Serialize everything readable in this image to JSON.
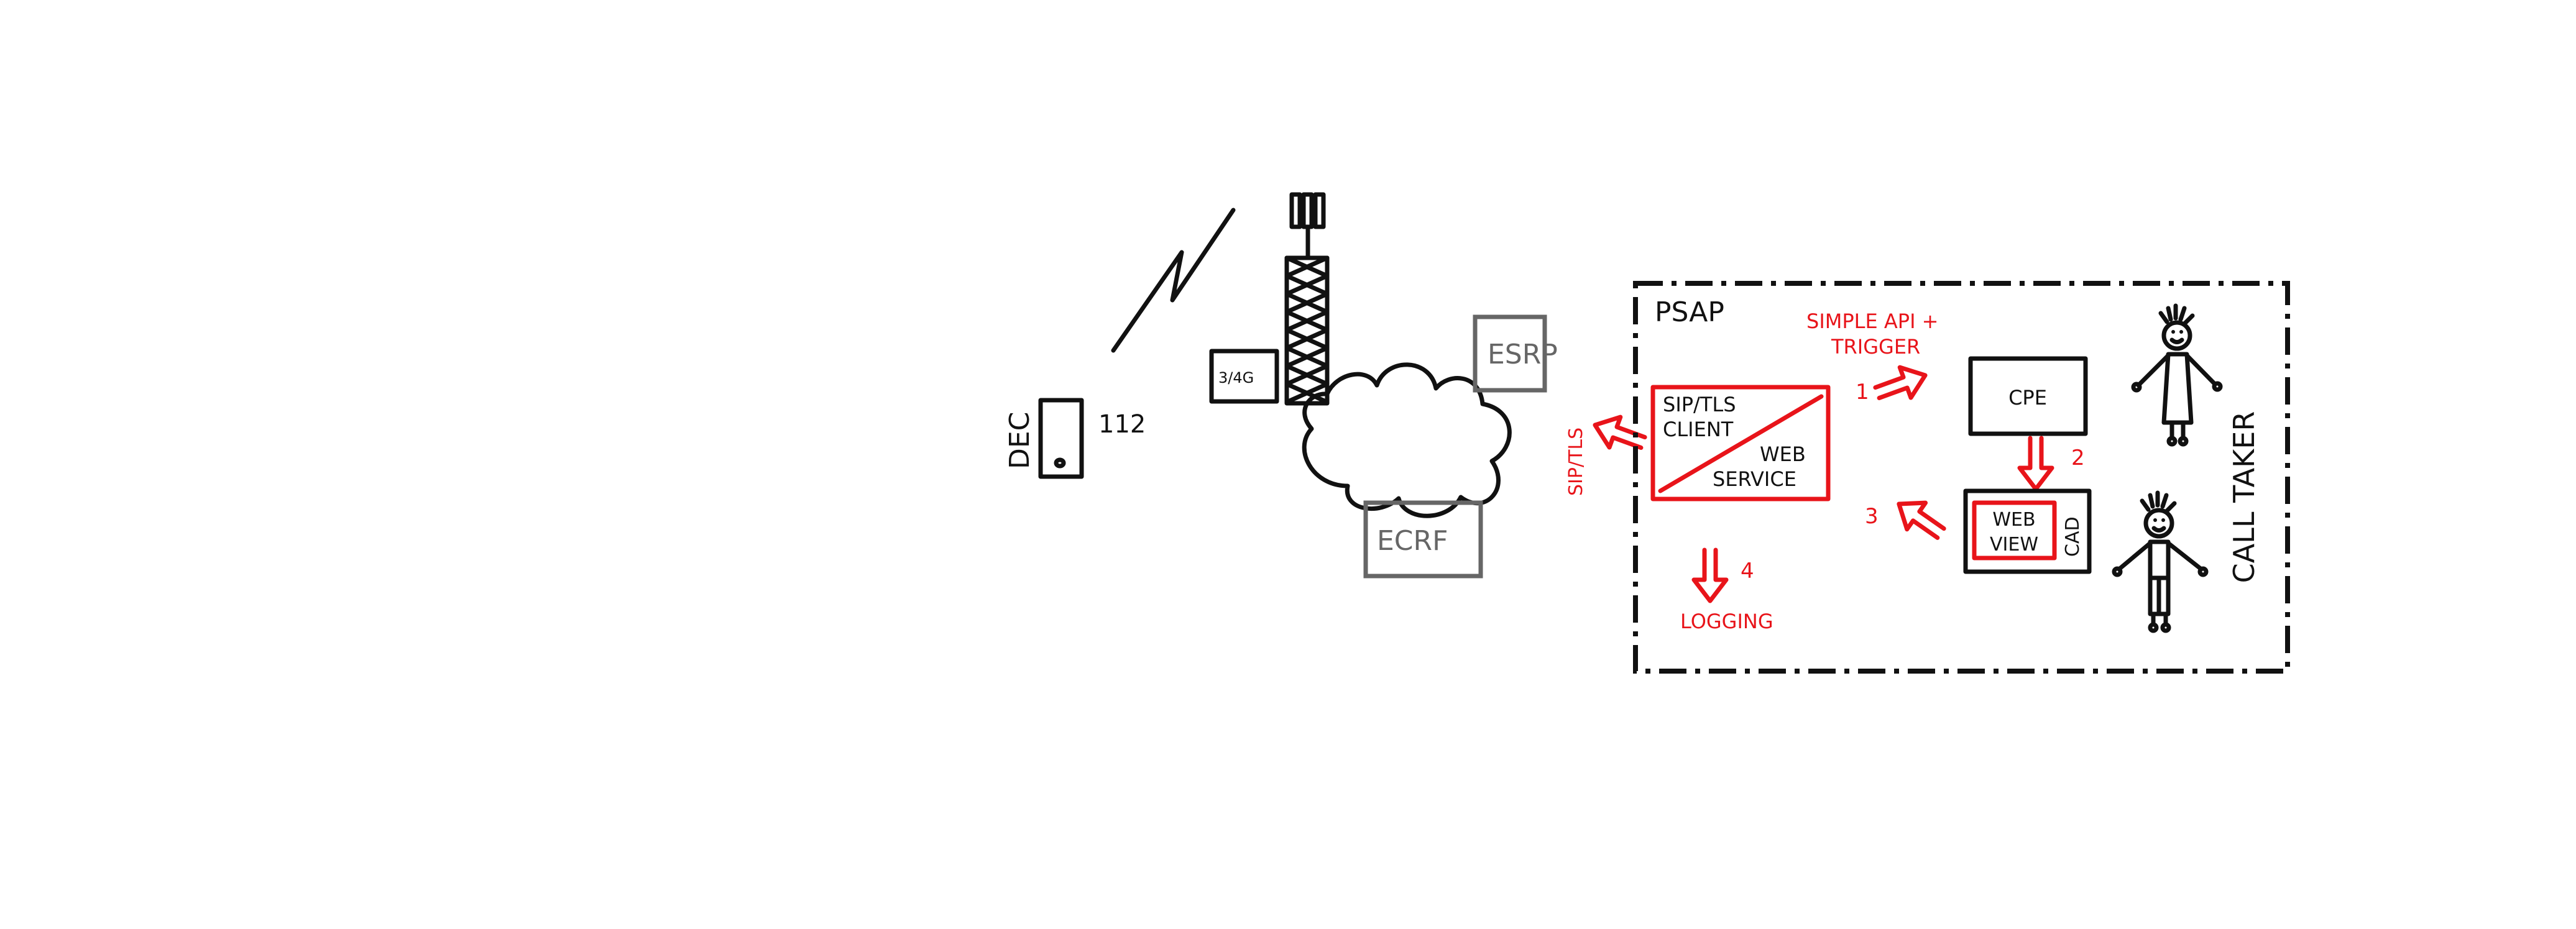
{
  "diagram": {
    "device": {
      "label": "DEC",
      "number": "112"
    },
    "network": {
      "tower_label": "3/4G",
      "esrp": "ESRP",
      "ecrf": "ECRF",
      "protocol": "SIP/TLS"
    },
    "psap": {
      "title": "PSAP",
      "api_label_line1": "SIMPLE API +",
      "api_label_line2": "TRIGGER",
      "client_box": {
        "line1": "SIP/TLS",
        "line2": "CLIENT",
        "line3": "WEB",
        "line4": "SERVICE"
      },
      "cpe": "CPE",
      "cad": {
        "label": "CAD",
        "inner_line1": "WEB",
        "inner_line2": "VIEW"
      },
      "steps": [
        "1",
        "2",
        "3",
        "4"
      ],
      "logging": "LOGGING",
      "call_taker": "CALL TAKER"
    },
    "colors": {
      "ink": "#111111",
      "accent": "#e8141a",
      "muted": "#666666"
    }
  }
}
